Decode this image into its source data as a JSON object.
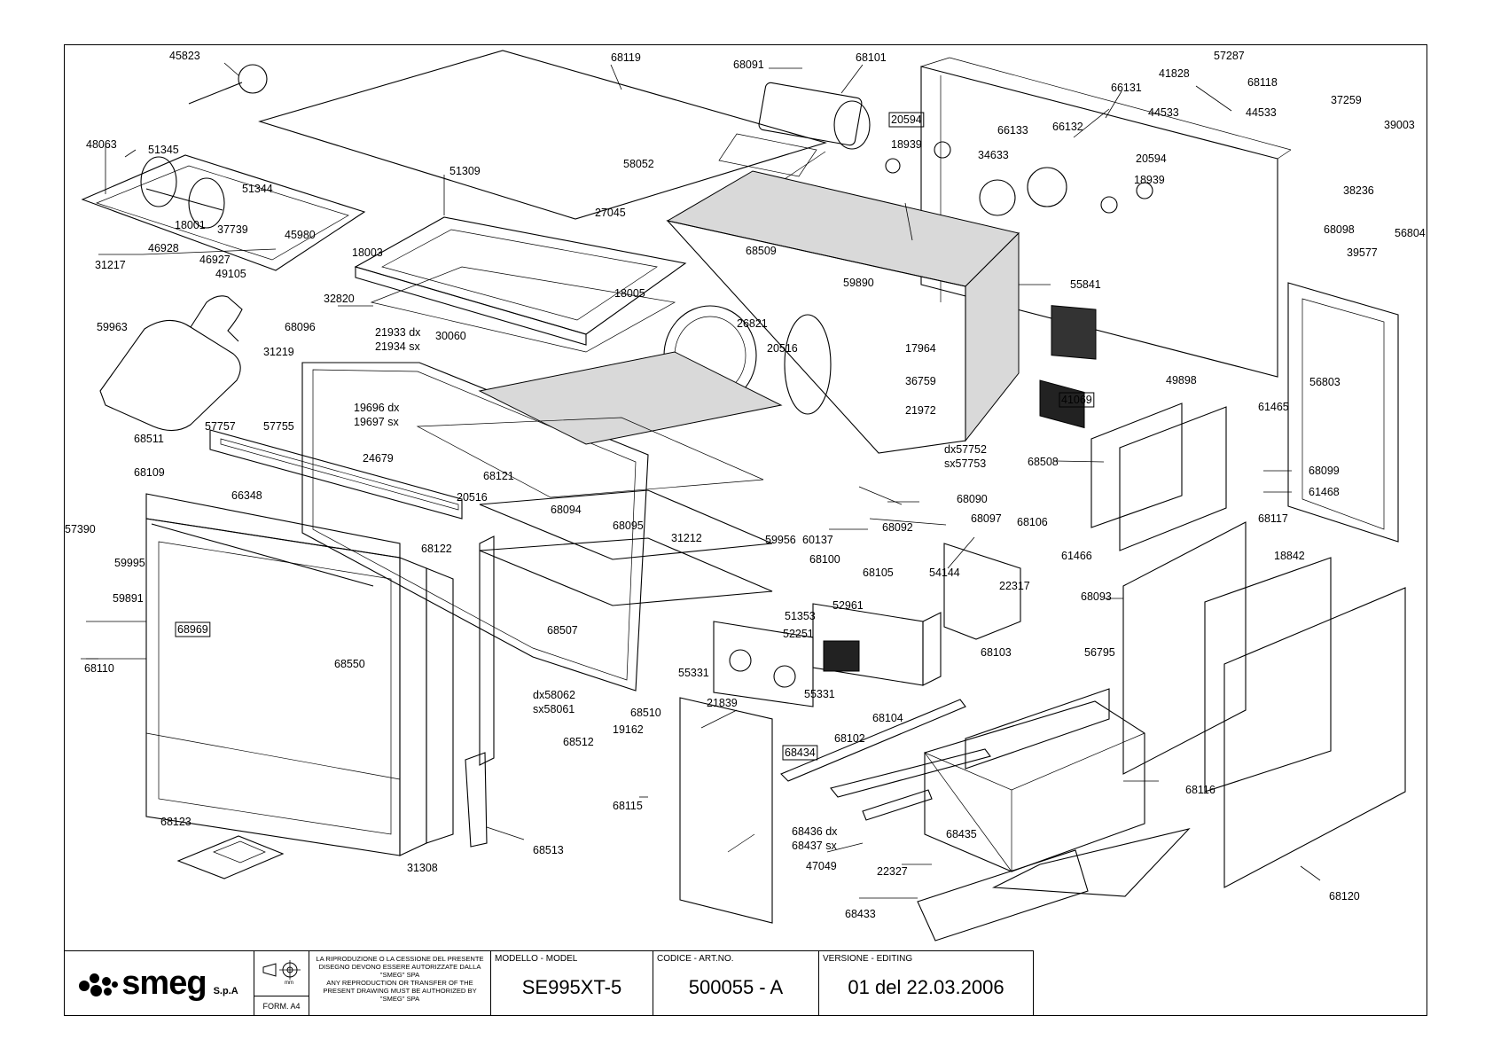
{
  "drawing": {
    "title": "Exploded view parts diagram",
    "labels": [
      {
        "text": "45823"
      },
      {
        "text": "68119"
      },
      {
        "text": "68091"
      },
      {
        "text": "68101"
      },
      {
        "text": "57287"
      },
      {
        "text": "41828"
      },
      {
        "text": "68118"
      },
      {
        "text": "66131"
      },
      {
        "text": "44533"
      },
      {
        "text": "44533"
      },
      {
        "text": "37259"
      },
      {
        "text": "39003"
      },
      {
        "text": "20594"
      },
      {
        "text": "66133"
      },
      {
        "text": "66132"
      },
      {
        "text": "18939"
      },
      {
        "text": "34633"
      },
      {
        "text": "20594"
      },
      {
        "text": "18939"
      },
      {
        "text": "38236"
      },
      {
        "text": "48063"
      },
      {
        "text": "51345"
      },
      {
        "text": "51344"
      },
      {
        "text": "18001"
      },
      {
        "text": "37739"
      },
      {
        "text": "45980"
      },
      {
        "text": "46928"
      },
      {
        "text": "46927"
      },
      {
        "text": "31217"
      },
      {
        "text": "49105"
      },
      {
        "text": "18003"
      },
      {
        "text": "51309"
      },
      {
        "text": "58052"
      },
      {
        "text": "27045"
      },
      {
        "text": "68509"
      },
      {
        "text": "68098"
      },
      {
        "text": "56804"
      },
      {
        "text": "39577"
      },
      {
        "text": "32820"
      },
      {
        "text": "18005"
      },
      {
        "text": "59890"
      },
      {
        "text": "55841"
      },
      {
        "text": "26821"
      },
      {
        "text": "59963"
      },
      {
        "text": "68096"
      },
      {
        "text": "21933 dx"
      },
      {
        "text": "21934 sx"
      },
      {
        "text": "30060"
      },
      {
        "text": "20516"
      },
      {
        "text": "17964"
      },
      {
        "text": "31219"
      },
      {
        "text": "36759"
      },
      {
        "text": "41069"
      },
      {
        "text": "49898"
      },
      {
        "text": "56803"
      },
      {
        "text": "19696 dx"
      },
      {
        "text": "19697 sx"
      },
      {
        "text": "21972"
      },
      {
        "text": "57757"
      },
      {
        "text": "57755"
      },
      {
        "text": "61465"
      },
      {
        "text": "68511"
      },
      {
        "text": "24679"
      },
      {
        "text": "dx57752"
      },
      {
        "text": "sx57753"
      },
      {
        "text": "68508"
      },
      {
        "text": "68099"
      },
      {
        "text": "68109"
      },
      {
        "text": "68121"
      },
      {
        "text": "61468"
      },
      {
        "text": "66348"
      },
      {
        "text": "20516"
      },
      {
        "text": "68090"
      },
      {
        "text": "68094"
      },
      {
        "text": "68097"
      },
      {
        "text": "68117"
      },
      {
        "text": "68095"
      },
      {
        "text": "57390"
      },
      {
        "text": "31212"
      },
      {
        "text": "68092"
      },
      {
        "text": "61466"
      },
      {
        "text": "18842"
      },
      {
        "text": "59956"
      },
      {
        "text": "60137"
      },
      {
        "text": "68106"
      },
      {
        "text": "59995"
      },
      {
        "text": "68122"
      },
      {
        "text": "68100"
      },
      {
        "text": "68105"
      },
      {
        "text": "54144"
      },
      {
        "text": "22317"
      },
      {
        "text": "68093"
      },
      {
        "text": "59891"
      },
      {
        "text": "51353"
      },
      {
        "text": "52961"
      },
      {
        "text": "68969"
      },
      {
        "text": "68507"
      },
      {
        "text": "52251"
      },
      {
        "text": "68103"
      },
      {
        "text": "56795"
      },
      {
        "text": "68110"
      },
      {
        "text": "68550"
      },
      {
        "text": "55331"
      },
      {
        "text": "dx58062"
      },
      {
        "text": "sx58061"
      },
      {
        "text": "21839"
      },
      {
        "text": "68104"
      },
      {
        "text": "55331"
      },
      {
        "text": "68510"
      },
      {
        "text": "19162"
      },
      {
        "text": "68102"
      },
      {
        "text": "68512"
      },
      {
        "text": "68434"
      },
      {
        "text": "68116"
      },
      {
        "text": "68123"
      },
      {
        "text": "68115"
      },
      {
        "text": "68436 dx"
      },
      {
        "text": "68437 sx"
      },
      {
        "text": "68435"
      },
      {
        "text": "68513"
      },
      {
        "text": "47049"
      },
      {
        "text": "31308"
      },
      {
        "text": "22327"
      },
      {
        "text": "68120"
      },
      {
        "text": "68433"
      }
    ]
  },
  "title_block": {
    "logo_text": "smeg",
    "logo_suffix": "S.p.A",
    "form": "FORM. A4",
    "unit": "mm",
    "notice_it": "LA RIPRODUZIONE O LA CESSIONE DEL PRESENTE DISEGNO DEVONO ESSERE AUTORIZZATE DALLA \"SMEG\" SPA",
    "notice_en": "ANY REPRODUCTION OR TRANSFER OF THE PRESENT DRAWING MUST BE AUTHORIZED BY \"SMEG\" SPA",
    "model_caption": "MODELLO - MODEL",
    "model_value": "SE995XT-5",
    "code_caption": "CODICE - ART.NO.",
    "code_value": "500055 - A",
    "version_caption": "VERSIONE - EDITING",
    "version_value": "01 del 22.03.2006"
  }
}
